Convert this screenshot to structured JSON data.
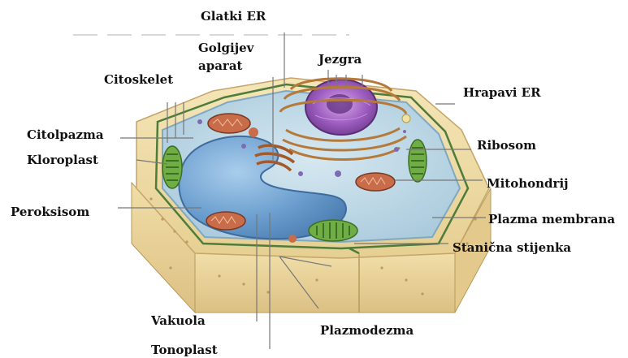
{
  "labels": {
    "glatki_er": "Glatki ER",
    "golgijev_line1": "Golgijev",
    "golgijev_line2": "aparat",
    "jezgra": "Jezgra",
    "citoskelet": "Citoskelet",
    "hrapavi_er": "Hrapavi ER",
    "citoplazma": "Citolpazma",
    "kloroplast": "Kloroplast",
    "ribosom": "Ribosom",
    "mitohondrij": "Mitohondrij",
    "peroksisom": "Peroksisom",
    "plazma_membrana": "Plazma membrana",
    "stanicna_stijenka": "Stanična stijenka",
    "vakuola": "Vakuola",
    "plazmodezma": "Plazmodezma",
    "tonoplast": "Tonoplast"
  },
  "colors": {
    "cell_wall": "#efdca6",
    "cell_wall_edge": "#c8ab6a",
    "cytoplasm": "#bcd8e6",
    "vacuole": "#6fa3d2",
    "nucleus": "#8a4fa6",
    "golgi": "#b57a3a",
    "chloroplast": "#5f9e3a",
    "leader_line": "#777777"
  }
}
